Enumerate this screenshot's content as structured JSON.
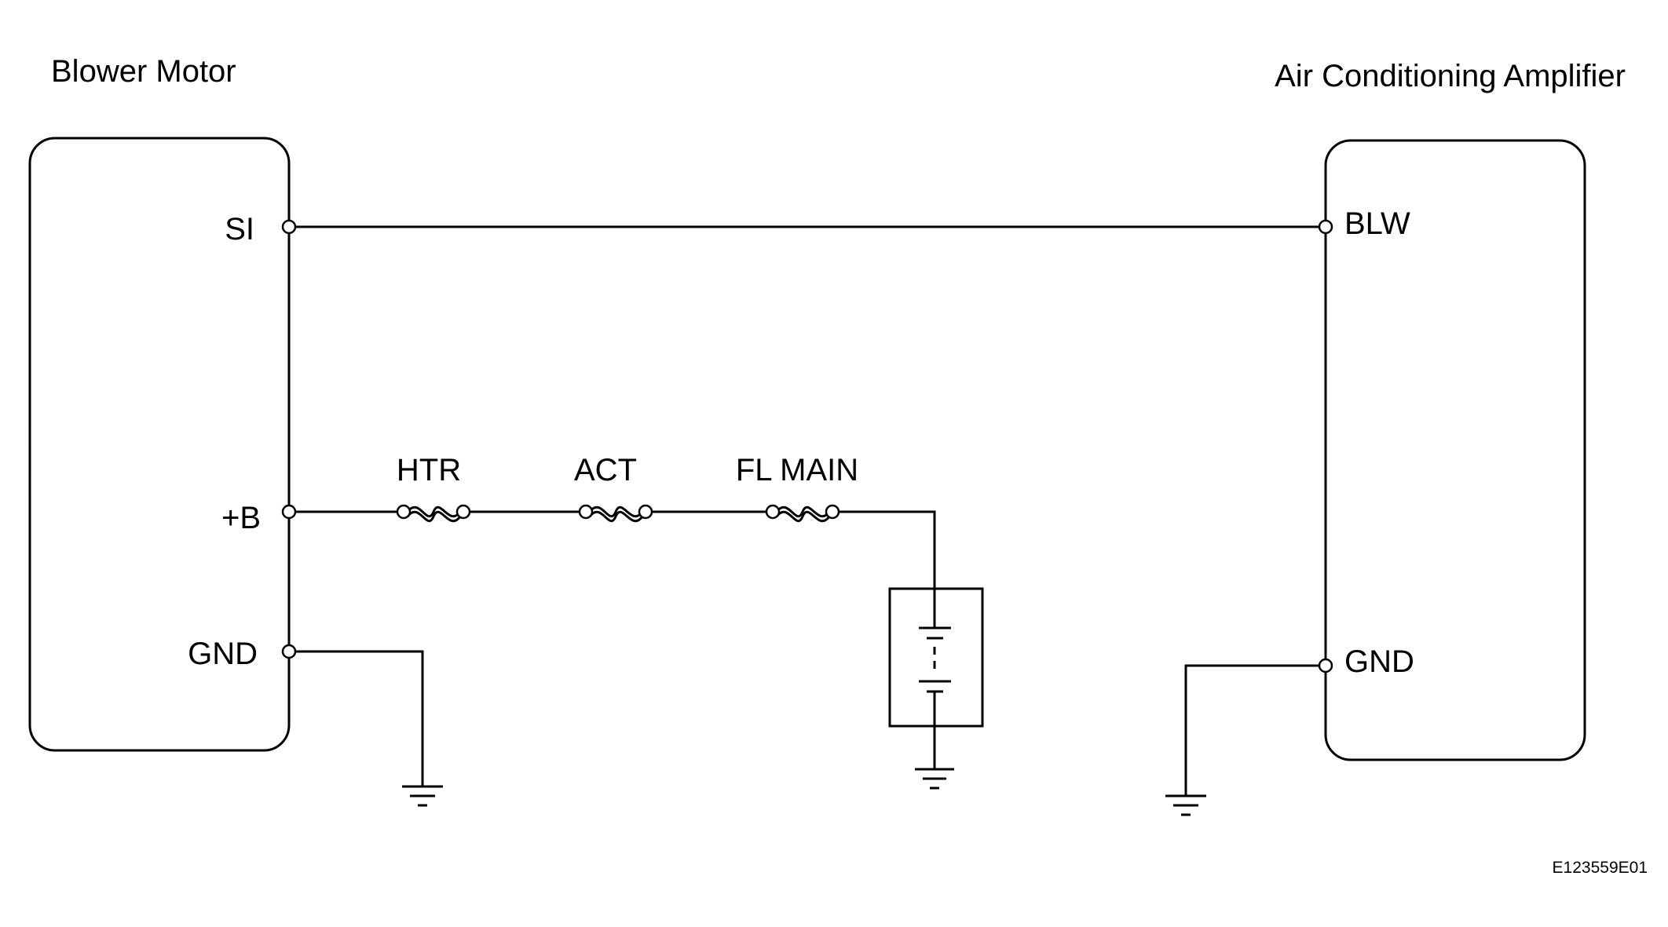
{
  "components": {
    "blower_motor": {
      "title": "Blower Motor",
      "pins": {
        "si": "SI",
        "plus_b": "+B",
        "gnd": "GND"
      }
    },
    "ac_amplifier": {
      "title": "Air Conditioning Amplifier",
      "pins": {
        "blw": "BLW",
        "gnd": "GND"
      }
    }
  },
  "fuses": {
    "htr": "HTR",
    "act": "ACT",
    "fl_main": "FL MAIN"
  },
  "figure_code": "E123559E01",
  "colors": {
    "line": "#000000",
    "background": "#ffffff"
  }
}
